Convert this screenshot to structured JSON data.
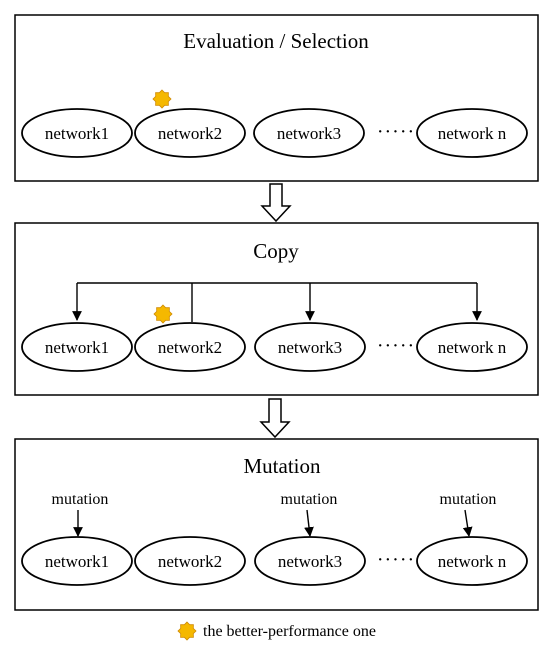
{
  "panels": [
    {
      "title": "Evaluation / Selection",
      "nodes": [
        "network1",
        "network2",
        "network3",
        "network n"
      ],
      "ellipsis": "·····"
    },
    {
      "title": "Copy",
      "nodes": [
        "network1",
        "network2",
        "network3",
        "network n"
      ],
      "ellipsis": "·····"
    },
    {
      "title": "Mutation",
      "nodes": [
        "network1",
        "network2",
        "network3",
        "network n"
      ],
      "ellipsis": "·····",
      "mutation_labels": [
        "mutation",
        "mutation",
        "mutation"
      ]
    }
  ],
  "legend": {
    "text": "the better-performance one",
    "icon": "star-icon"
  },
  "colors": {
    "star_fill": "#F5B800",
    "star_stroke": "#D08A00",
    "line": "#000000",
    "panel_border": "#000000"
  }
}
